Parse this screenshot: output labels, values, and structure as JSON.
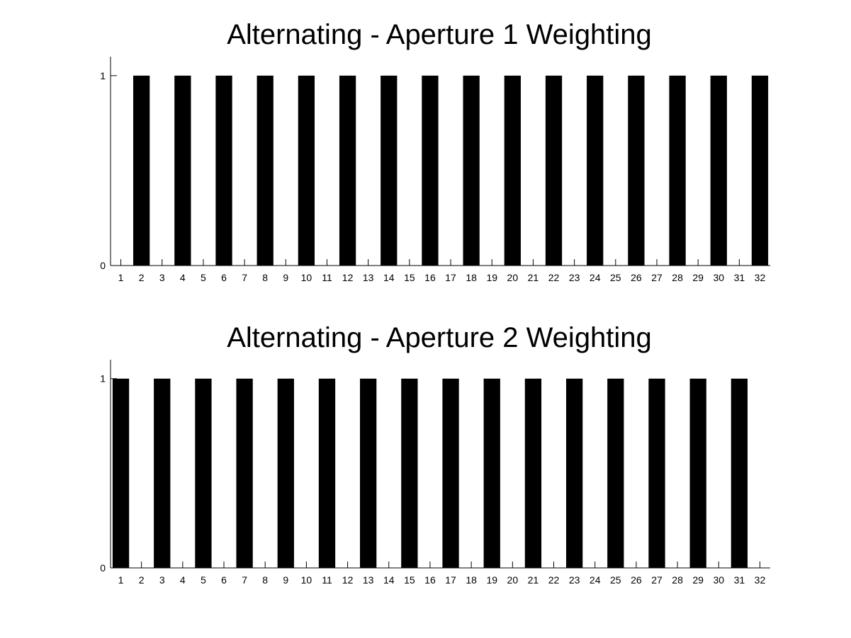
{
  "colors": {
    "background": "#ffffff",
    "bar": "#000000",
    "axis": "#000000"
  },
  "chart_data": [
    {
      "type": "bar",
      "title": "Alternating - Aperture 1 Weighting",
      "xlabel": "",
      "ylabel": "",
      "categories": [
        "1",
        "2",
        "3",
        "4",
        "5",
        "6",
        "7",
        "8",
        "9",
        "10",
        "11",
        "12",
        "13",
        "14",
        "15",
        "16",
        "17",
        "18",
        "19",
        "20",
        "21",
        "22",
        "23",
        "24",
        "25",
        "26",
        "27",
        "28",
        "29",
        "30",
        "31",
        "32"
      ],
      "values": [
        0,
        1,
        0,
        1,
        0,
        1,
        0,
        1,
        0,
        1,
        0,
        1,
        0,
        1,
        0,
        1,
        0,
        1,
        0,
        1,
        0,
        1,
        0,
        1,
        0,
        1,
        0,
        1,
        0,
        1,
        0,
        1
      ],
      "yticks": [
        0,
        1
      ],
      "ytick_labels": [
        "0",
        "1"
      ],
      "ylim": [
        0,
        1.1
      ],
      "grid": false,
      "legend": "none"
    },
    {
      "type": "bar",
      "title": "Alternating - Aperture 2 Weighting",
      "xlabel": "",
      "ylabel": "",
      "categories": [
        "1",
        "2",
        "3",
        "4",
        "5",
        "6",
        "7",
        "8",
        "9",
        "10",
        "11",
        "12",
        "13",
        "14",
        "15",
        "16",
        "17",
        "18",
        "19",
        "20",
        "21",
        "22",
        "23",
        "24",
        "25",
        "26",
        "27",
        "28",
        "29",
        "30",
        "31",
        "32"
      ],
      "values": [
        1,
        0,
        1,
        0,
        1,
        0,
        1,
        0,
        1,
        0,
        1,
        0,
        1,
        0,
        1,
        0,
        1,
        0,
        1,
        0,
        1,
        0,
        1,
        0,
        1,
        0,
        1,
        0,
        1,
        0,
        1,
        0
      ],
      "yticks": [
        0,
        1
      ],
      "ytick_labels": [
        "0",
        "1"
      ],
      "ylim": [
        0,
        1.1
      ],
      "grid": false,
      "legend": "none"
    }
  ]
}
